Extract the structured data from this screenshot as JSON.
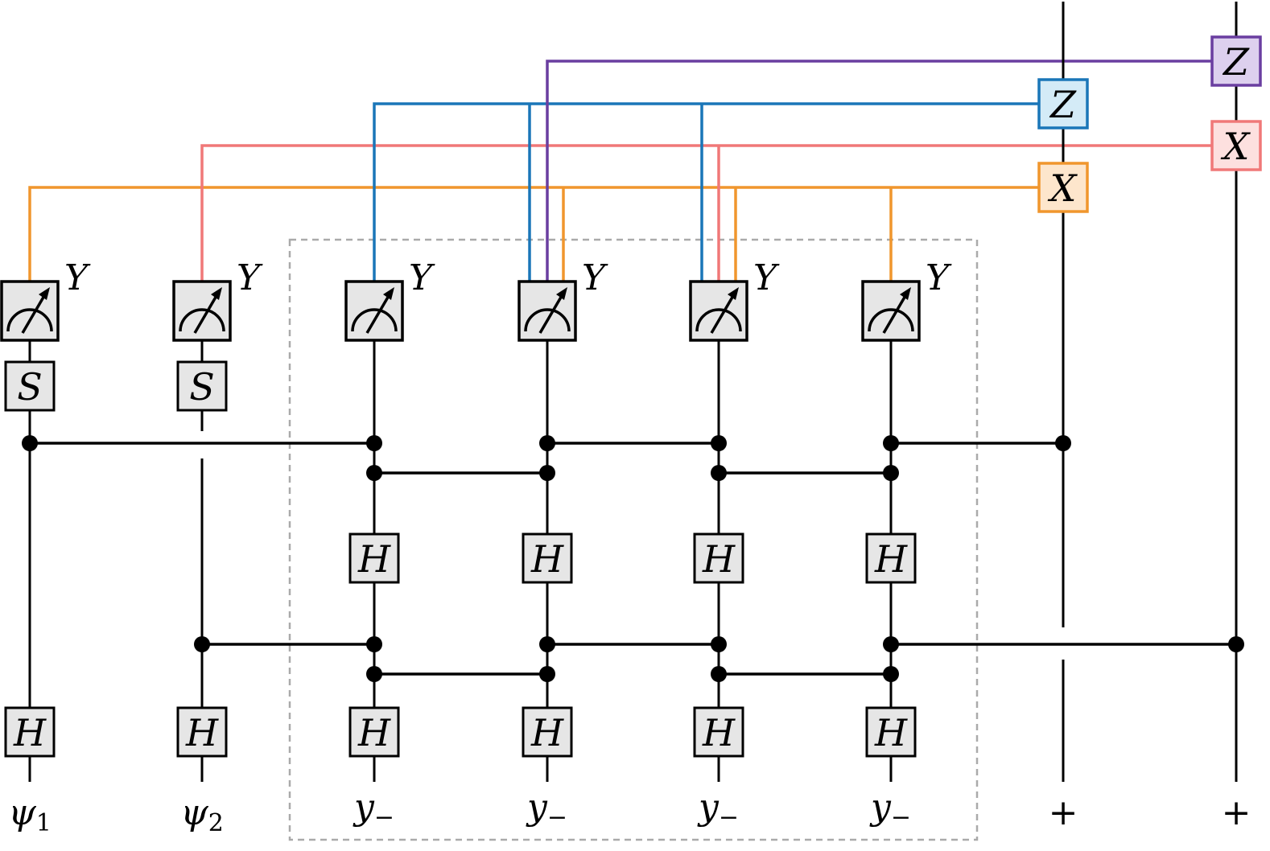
{
  "colors": {
    "wire": "#000000",
    "gate_fill": "#e6e6e6",
    "dash_box": "#aaaaaa",
    "orange": "#f0962d",
    "pink": "#f07878",
    "blue": "#1a76b8",
    "purple": "#6a3ea0",
    "orange_fill": "#fde6cc",
    "pink_fill": "#fde0df",
    "blue_fill": "#d4ebf7",
    "purple_fill": "#ddd0ee"
  },
  "qubits": [
    {
      "name": "q1",
      "label": "ψ",
      "sub": "1"
    },
    {
      "name": "q2",
      "label": "ψ",
      "sub": "2"
    },
    {
      "name": "q3",
      "label": "y",
      "sub": "−"
    },
    {
      "name": "q4",
      "label": "y",
      "sub": "−"
    },
    {
      "name": "q5",
      "label": "y",
      "sub": "−"
    },
    {
      "name": "q6",
      "label": "y",
      "sub": "−"
    },
    {
      "name": "q7",
      "label": "+",
      "sub": ""
    },
    {
      "name": "q8",
      "label": "+",
      "sub": ""
    }
  ],
  "gates": {
    "hadamard": "H",
    "phase": "S",
    "meas_basis": "Y"
  },
  "corrections": {
    "q7_x": "X",
    "q7_z": "Z",
    "q8_x": "X",
    "q8_z": "Z"
  },
  "icons": {
    "measurement": "meter-icon",
    "control": "control-dot-icon"
  }
}
